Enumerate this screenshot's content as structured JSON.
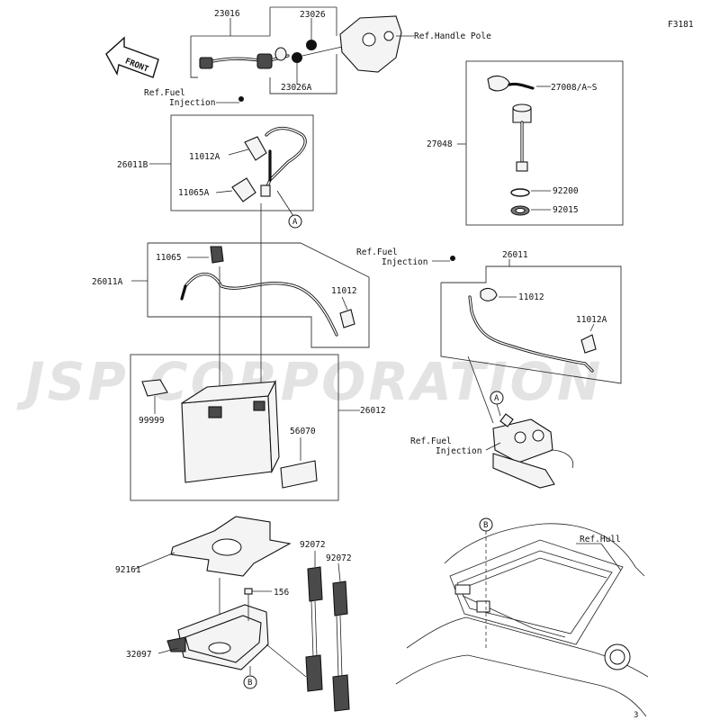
{
  "figure_code": "F3181",
  "front_label": "FRONT",
  "watermark": "JSP CORPORATION",
  "parts": {
    "p23016": "23016",
    "p23026": "23026",
    "p23026A": "23026A",
    "ref_handle_pole": "Ref.Handle Pole",
    "ref_fuel_injection_1a": "Ref.Fuel",
    "ref_fuel_injection_1b": "Injection",
    "p26011B": "26011B",
    "p11012A_1": "11012A",
    "p11065A": "11065A",
    "p27008": "27008/A~S",
    "p27048": "27048",
    "p92200": "92200",
    "p92015": "92015",
    "p11065": "11065",
    "p26011A": "26011A",
    "p11012_1": "11012",
    "ref_fuel_injection_2a": "Ref.Fuel",
    "ref_fuel_injection_2b": "Injection",
    "p26011": "26011",
    "p11012_2": "11012",
    "p11012A_2": "11012A",
    "p99999": "99999",
    "p26012": "26012",
    "p56070": "56070",
    "ref_fuel_injection_3a": "Ref.Fuel",
    "ref_fuel_injection_3b": "Injection",
    "ref_hull": "Ref.Hull",
    "p92161": "92161",
    "p92072_1": "92072",
    "p92072_2": "92072",
    "p156": "156",
    "p32097": "32097"
  },
  "callouts": {
    "a1": "A",
    "a2": "A",
    "b1": "B",
    "b2": "B"
  },
  "corner_mark": "3"
}
